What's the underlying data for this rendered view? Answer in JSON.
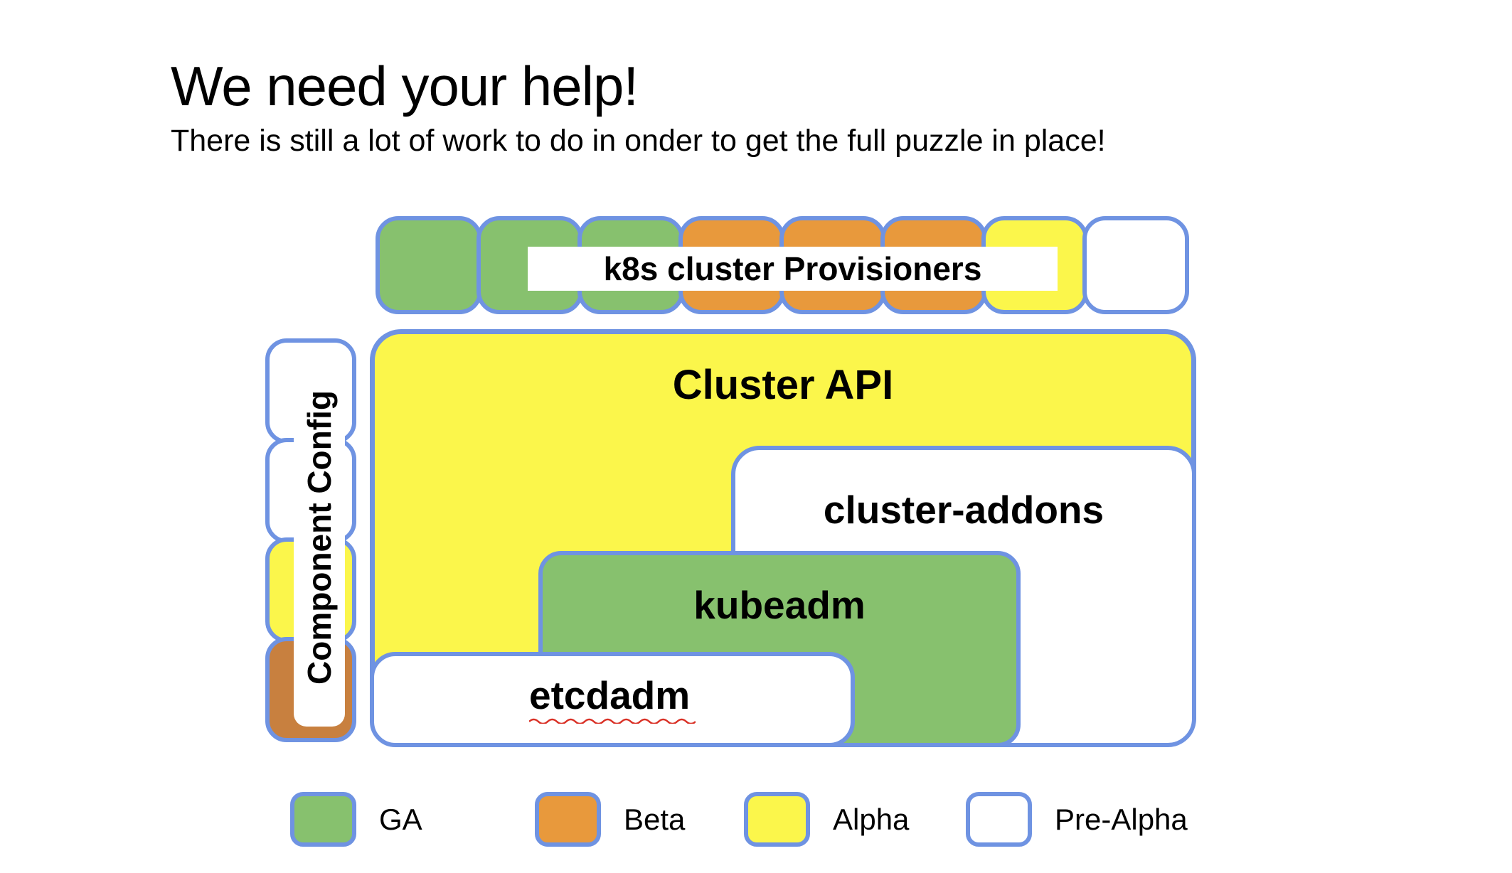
{
  "slide": {
    "title": "We need your help!",
    "subtitle": "There is still a lot of work to do in onder to get the full puzzle in place!"
  },
  "colors": {
    "piece_border_blue": "#6f93e2",
    "ga_green": "#87c16e",
    "beta_orange": "#e8993c",
    "beta_orange_dark": "#c8803f",
    "alpha_yellow": "#fbf64b",
    "pre_alpha_white": "#ffffff",
    "squiggle_red": "#d93025",
    "text_black": "#000000"
  },
  "diagram": {
    "provisioners_row": {
      "label": "k8s cluster Provisioners",
      "pieces": [
        {
          "status": "ga",
          "color": "#87c16e"
        },
        {
          "status": "ga",
          "color": "#87c16e"
        },
        {
          "status": "ga",
          "color": "#87c16e"
        },
        {
          "status": "beta",
          "color": "#e8993c"
        },
        {
          "status": "beta",
          "color": "#e8993c"
        },
        {
          "status": "beta",
          "color": "#e8993c"
        },
        {
          "status": "alpha",
          "color": "#fbf64b"
        },
        {
          "status": "pre-alpha",
          "color": "#ffffff"
        }
      ]
    },
    "component_config": {
      "label": "Component Config",
      "pieces": [
        {
          "status": "pre-alpha",
          "color": "#ffffff"
        },
        {
          "status": "pre-alpha",
          "color": "#ffffff"
        },
        {
          "status": "alpha",
          "color": "#fbf64b"
        },
        {
          "status": "beta",
          "color": "#c8803f"
        }
      ]
    },
    "cluster_api": {
      "label": "Cluster API",
      "status": "alpha"
    },
    "cluster_addons": {
      "label": "cluster-addons",
      "status": "pre-alpha"
    },
    "kubeadm": {
      "label": "kubeadm",
      "status": "ga"
    },
    "etcdadm": {
      "label": "etcdadm",
      "status": "pre-alpha"
    }
  },
  "legend": {
    "items": [
      {
        "label": "GA",
        "color": "#87c16e"
      },
      {
        "label": "Beta",
        "color": "#e8993c"
      },
      {
        "label": "Alpha",
        "color": "#fbf64b"
      },
      {
        "label": "Pre-Alpha",
        "color": "#ffffff"
      }
    ]
  }
}
